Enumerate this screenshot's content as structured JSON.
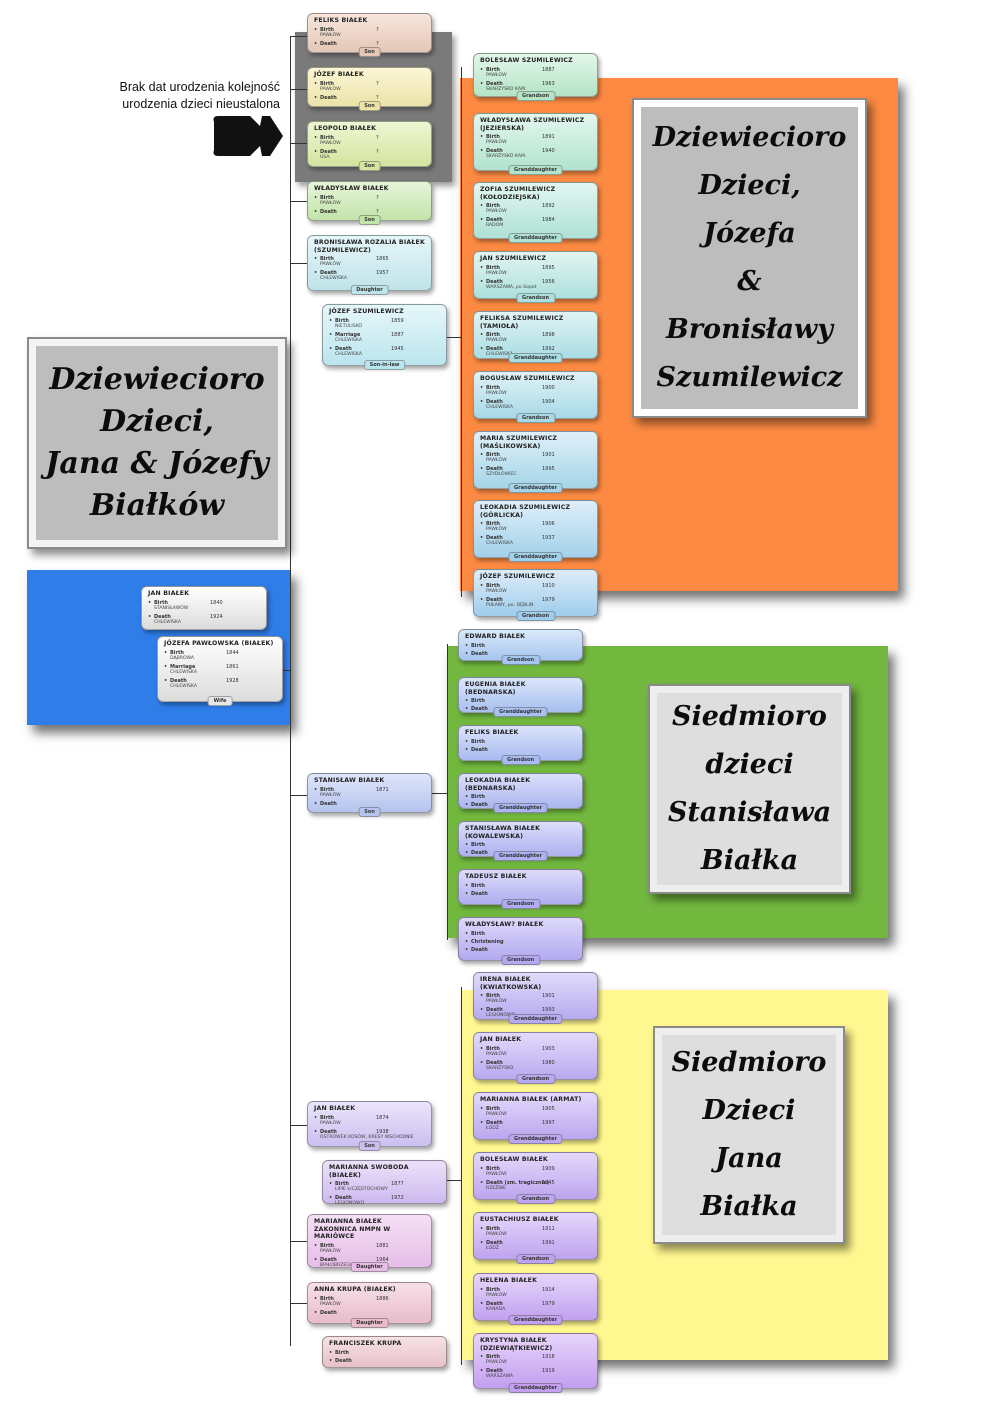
{
  "note": {
    "line1": "Brak dat urodzenia kolejność",
    "line2": "urodzenia dzieci nieustalona"
  },
  "colors": {
    "blue_panel": "#2f7de8",
    "orange_panel": "#fc8a42",
    "green_panel": "#72b83f",
    "yellow_panel": "#fff78f",
    "title_gray": "#bdbdbd",
    "title_light": "#dedede"
  },
  "titles": {
    "main": [
      "Dziewiecioro",
      "Dzieci,",
      "Jana & Józefy",
      "Białków"
    ],
    "szumilewicz": [
      "Dziewiecioro",
      "Dzieci,",
      "Józefa",
      "&",
      "Bronisławy",
      "Szumilewicz"
    ],
    "stanislaw": [
      "Siedmioro",
      "dzieci",
      "Stanisława",
      "Białka"
    ],
    "jan": [
      "Siedmioro",
      "Dzieci",
      "Jana",
      "Białka"
    ]
  },
  "parents": {
    "jan": {
      "name": "JAN BIAŁEK",
      "birth_year": "1840",
      "birth_place": "STANISŁAWÓW",
      "death_year": "1924",
      "death_place": "CHLEWISKA"
    },
    "jozefa": {
      "name": "JÓZEFA PAWŁOWSKA (BIAŁEK)",
      "birth_year": "1844",
      "birth_place": "DĄBROWA",
      "marriage_year": "1861",
      "marriage_place": "CHLEWISKA",
      "death_year": "1928",
      "death_place": "CHLEWISKA",
      "relation": "Wife"
    }
  },
  "labels": {
    "birth": "Birth",
    "death": "Death",
    "marriage": "Marriage",
    "christening": "Christening"
  },
  "children": [
    {
      "name": "FELIKS BIAŁEK",
      "birth_year": "?",
      "birth_place": "PAWŁÓW",
      "death_year": "?",
      "death_place": "",
      "relation": "Son"
    },
    {
      "name": "JÓZEF BIAŁEK",
      "birth_year": "?",
      "birth_place": "PAWŁÓW",
      "death_year": "?",
      "death_place": "",
      "relation": "Son"
    },
    {
      "name": "LEOPOLD BIAŁEK",
      "birth_year": "?",
      "birth_place": "PAWŁÓW",
      "death_year": "?",
      "death_place": "USA",
      "relation": "Son"
    },
    {
      "name": "WŁADYSŁAW BIAŁEK",
      "birth_year": "?",
      "birth_place": "PAWŁÓW",
      "death_year": "?",
      "death_place": "",
      "relation": "Son"
    },
    {
      "name": "BRONISŁAWA ROZALIA BIAŁEK (SZUMILEWICZ)",
      "birth_year": "1865",
      "birth_place": "PAWŁÓW",
      "death_year": "1957",
      "death_place": "CHLEWISKA",
      "relation": "Daughter"
    },
    {
      "name": "STANISŁAW BIAŁEK",
      "birth_year": "1871",
      "birth_place": "PAWŁÓW",
      "death_year": "",
      "death_place": "",
      "relation": "Son"
    },
    {
      "name": "JAN BIAŁEK",
      "birth_year": "1874",
      "birth_place": "PAWŁÓW",
      "death_year": "1938",
      "death_place": "OSTRÓWEK KOSÓW, KRESY WSCHODNIE",
      "relation": "Son"
    },
    {
      "name": "MARIANNA BIAŁEK ZAKONNICA NMPN w MARIÓWCE",
      "birth_year": "1881",
      "birth_place": "PAWŁÓW",
      "death_year": "1964",
      "death_place": "BIAŁOBRZEGI",
      "relation": "Daughter"
    },
    {
      "name": "ANNA KRUPA (BIAŁEK)",
      "birth_year": "1886",
      "birth_place": "PAWŁÓW",
      "death_year": "",
      "death_place": "",
      "relation": "Daughter"
    }
  ],
  "spouses": {
    "jozef_szumilewicz": {
      "name": "JÓZEF SZUMILEWICZ",
      "birth_year": "1859",
      "birth_place": "NIETULISKO",
      "marriage_year": "1887",
      "marriage_place": "CHLEWISKA",
      "death_year": "1945",
      "death_place": "CHLEWISKA",
      "relation": "Son-in-law"
    },
    "marianna_swoboda": {
      "name": "MARIANNA SWOBODA (BIAŁEK)",
      "birth_year": "1877",
      "birth_place": "LIPIE k/CZĘSTOCHOWY",
      "death_year": "1972",
      "death_place": "LEGIONOWO"
    },
    "franciszek_krupa": {
      "name": "FRANCISZEK KRUPA"
    }
  },
  "szumilewicz_children": [
    {
      "name": "BOLESŁAW SZUMILEWICZ",
      "birth_year": "1887",
      "birth_place": "PAWŁÓW",
      "death_year": "1963",
      "death_place": "SKARŻYSKO KAM.",
      "relation": "Grandson"
    },
    {
      "name": "WŁADYSŁAWA SZUMILEWICZ (JEZIERSKA)",
      "birth_year": "1891",
      "birth_place": "PAWŁÓW",
      "death_year": "1940",
      "death_place": "SKARŻYSKO KAM.",
      "relation": "Granddaughter"
    },
    {
      "name": "ZOFIA SZUMILEWICZ (KOŁODZIEJSKA)",
      "birth_year": "1892",
      "birth_place": "PAWŁÓW",
      "death_year": "1984",
      "death_place": "RADOM",
      "relation": "Granddaughter"
    },
    {
      "name": "JAN SZUMILEWICZ",
      "birth_year": "1895",
      "birth_place": "PAWŁÓW",
      "death_year": "1956",
      "death_place": "WARSZAWA, po Sopot",
      "relation": "Grandson"
    },
    {
      "name": "FELIKSA SZUMILEWICZ (TAMIOŁA)",
      "birth_year": "1898",
      "birth_place": "PAWŁÓW",
      "death_year": "1992",
      "death_place": "CHLEWISKA",
      "relation": "Granddaughter"
    },
    {
      "name": "BOGUSŁAW SZUMILEWICZ",
      "birth_year": "1900",
      "birth_place": "PAWŁÓW",
      "death_year": "1904",
      "death_place": "CHLEWISKA",
      "relation": "Grandson"
    },
    {
      "name": "MARIA SZUMILEWICZ (MAŚLIKOWSKA)",
      "birth_year": "1901",
      "birth_place": "PAWŁÓW",
      "death_year": "1995",
      "death_place": "SZYDŁOWIEC",
      "relation": "Granddaughter"
    },
    {
      "name": "LEOKADIA SZUMILEWICZ (GÓRLICKA)",
      "birth_year": "1906",
      "birth_place": "PAWŁÓW",
      "death_year": "1937",
      "death_place": "CHLEWISKA",
      "relation": "Granddaughter"
    },
    {
      "name": "JÓZEF SZUMILEWICZ",
      "birth_year": "1910",
      "birth_place": "PAWŁÓW",
      "death_year": "1979",
      "death_place": "PUŁAWY, po. DĘBLIN",
      "relation": "Grandson"
    }
  ],
  "stanislaw_children": [
    {
      "name": "EDWARD BIAŁEK",
      "relation": "Grandson"
    },
    {
      "name": "EUGENIA BIAŁEK (BEDNARSKA)",
      "relation": "Granddaughter"
    },
    {
      "name": "FELIKS BIAŁEK",
      "relation": "Grandson"
    },
    {
      "name": "LEOKADIA BIAŁEK (BEDNARSKA)",
      "relation": "Granddaughter"
    },
    {
      "name": "STANISŁAWA BIAŁEK (KOWALEWSKA)",
      "relation": "Granddaughter"
    },
    {
      "name": "TADEUSZ BIAŁEK",
      "relation": "Grandson"
    },
    {
      "name": "WŁADYSŁAW? BIAŁEK",
      "relation": "Grandson"
    }
  ],
  "jan_children": [
    {
      "name": "IRENA BIAŁEK (KWIATKOWSKA)",
      "birth_year": "1901",
      "birth_place": "PAWŁÓW",
      "death_year": "1993",
      "death_place": "LEGIONOWO",
      "relation": "Granddaughter"
    },
    {
      "name": "JAN BIAŁEK",
      "birth_year": "1903",
      "birth_place": "PAWŁÓW",
      "death_year": "1980",
      "death_place": "SKARŻYSKO",
      "relation": "Grandson"
    },
    {
      "name": "MARIANNA BIAŁEK (ARMAT)",
      "birth_year": "1905",
      "birth_place": "PAWŁÓW",
      "death_year": "1997",
      "death_place": "ŁÓDŹ",
      "relation": "Granddaughter"
    },
    {
      "name": "BOLESŁAW BIAŁEK",
      "birth_year": "1909",
      "birth_place": "PAWŁÓW",
      "death_year": "1945",
      "death_label": "Death (zm. tragicznie)",
      "death_place": "RZEŹNIE",
      "relation": "Grandson"
    },
    {
      "name": "EUSTACHIUSZ BIAŁEK",
      "birth_year": "1911",
      "birth_place": "PAWŁÓW",
      "death_year": "1991",
      "death_place": "ŁÓDŹ",
      "relation": "Grandson"
    },
    {
      "name": "HELENA BIAŁEK",
      "birth_year": "1914",
      "birth_place": "PAWŁÓW",
      "death_year": "1979",
      "death_place": "KANADA",
      "relation": "Granddaughter"
    },
    {
      "name": "KRYSTYNA BIAŁEK (DZIEWIĄTKIEWICZ)",
      "birth_year": "1918",
      "birth_place": "PAWŁÓW",
      "death_year": "1919",
      "death_place": "WARSZAWA",
      "relation": "Granddaughter"
    }
  ]
}
